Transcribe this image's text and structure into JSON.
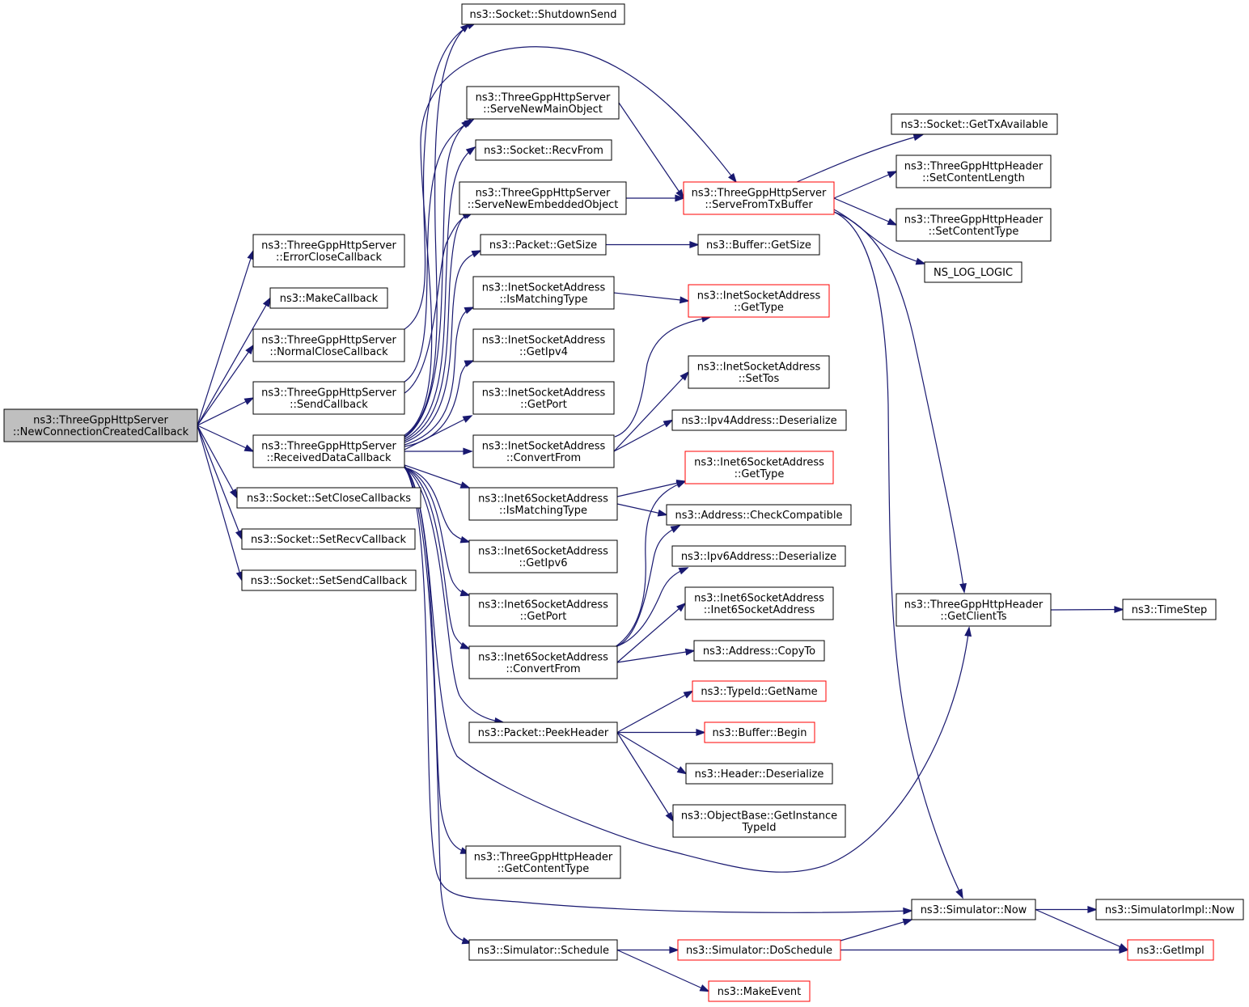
{
  "colors": {
    "edge": "#191970",
    "border_default": "#000000",
    "border_incomplete": "#ff0000",
    "root_fill": "#bfbfbf",
    "node_fill": "#ffffff"
  },
  "nodes": [
    {
      "id": "root",
      "lines": [
        "ns3::ThreeGppHttpServer",
        "::NewConnectionCreatedCallback"
      ],
      "style": "root"
    },
    {
      "id": "errorclose",
      "lines": [
        "ns3::ThreeGppHttpServer",
        "::ErrorCloseCallback"
      ]
    },
    {
      "id": "makecallback",
      "lines": [
        "ns3::MakeCallback"
      ]
    },
    {
      "id": "normalclose",
      "lines": [
        "ns3::ThreeGppHttpServer",
        "::NormalCloseCallback"
      ]
    },
    {
      "id": "sendcb",
      "lines": [
        "ns3::ThreeGppHttpServer",
        "::SendCallback"
      ]
    },
    {
      "id": "recvdata",
      "lines": [
        "ns3::ThreeGppHttpServer",
        "::ReceivedDataCallback"
      ]
    },
    {
      "id": "setclose",
      "lines": [
        "ns3::Socket::SetCloseCallbacks"
      ]
    },
    {
      "id": "setrecv",
      "lines": [
        "ns3::Socket::SetRecvCallback"
      ]
    },
    {
      "id": "setsend",
      "lines": [
        "ns3::Socket::SetSendCallback"
      ]
    },
    {
      "id": "shutdownsend",
      "lines": [
        "ns3::Socket::ShutdownSend"
      ]
    },
    {
      "id": "servemain",
      "lines": [
        "ns3::ThreeGppHttpServer",
        "::ServeNewMainObject"
      ]
    },
    {
      "id": "recvfrom",
      "lines": [
        "ns3::Socket::RecvFrom"
      ]
    },
    {
      "id": "serveembedded",
      "lines": [
        "ns3::ThreeGppHttpServer",
        "::ServeNewEmbeddedObject"
      ]
    },
    {
      "id": "pktgetsize",
      "lines": [
        "ns3::Packet::GetSize"
      ]
    },
    {
      "id": "inetismatch",
      "lines": [
        "ns3::InetSocketAddress",
        "::IsMatchingType"
      ]
    },
    {
      "id": "inetgetipv4",
      "lines": [
        "ns3::InetSocketAddress",
        "::GetIpv4"
      ]
    },
    {
      "id": "inetgetport",
      "lines": [
        "ns3::InetSocketAddress",
        "::GetPort"
      ]
    },
    {
      "id": "inetconvert",
      "lines": [
        "ns3::InetSocketAddress",
        "::ConvertFrom"
      ]
    },
    {
      "id": "inet6ismatch",
      "lines": [
        "ns3::Inet6SocketAddress",
        "::IsMatchingType"
      ]
    },
    {
      "id": "inet6getipv6",
      "lines": [
        "ns3::Inet6SocketAddress",
        "::GetIpv6"
      ]
    },
    {
      "id": "inet6getport",
      "lines": [
        "ns3::Inet6SocketAddress",
        "::GetPort"
      ]
    },
    {
      "id": "inet6convert",
      "lines": [
        "ns3::Inet6SocketAddress",
        "::ConvertFrom"
      ]
    },
    {
      "id": "peekheader",
      "lines": [
        "ns3::Packet::PeekHeader"
      ]
    },
    {
      "id": "getcontenttype",
      "lines": [
        "ns3::ThreeGppHttpHeader",
        "::GetContentType"
      ]
    },
    {
      "id": "schedule",
      "lines": [
        "ns3::Simulator::Schedule"
      ]
    },
    {
      "id": "servefromtx",
      "lines": [
        "ns3::ThreeGppHttpServer",
        "::ServeFromTxBuffer"
      ],
      "style": "incomplete"
    },
    {
      "id": "buffergetsize",
      "lines": [
        "ns3::Buffer::GetSize"
      ]
    },
    {
      "id": "inetgettype",
      "lines": [
        "ns3::InetSocketAddress",
        "::GetType"
      ],
      "style": "incomplete"
    },
    {
      "id": "inetsettos",
      "lines": [
        "ns3::InetSocketAddress",
        "::SetTos"
      ]
    },
    {
      "id": "ipv4deser",
      "lines": [
        "ns3::Ipv4Address::Deserialize"
      ]
    },
    {
      "id": "inet6gettype",
      "lines": [
        "ns3::Inet6SocketAddress",
        "::GetType"
      ],
      "style": "incomplete"
    },
    {
      "id": "checkcompat",
      "lines": [
        "ns3::Address::CheckCompatible"
      ]
    },
    {
      "id": "ipv6deser",
      "lines": [
        "ns3::Ipv6Address::Deserialize"
      ]
    },
    {
      "id": "inet6ctor",
      "lines": [
        "ns3::Inet6SocketAddress",
        "::Inet6SocketAddress"
      ]
    },
    {
      "id": "copyto",
      "lines": [
        "ns3::Address::CopyTo"
      ]
    },
    {
      "id": "typeidgetname",
      "lines": [
        "ns3::TypeId::GetName"
      ],
      "style": "incomplete"
    },
    {
      "id": "bufferbegin",
      "lines": [
        "ns3::Buffer::Begin"
      ],
      "style": "incomplete"
    },
    {
      "id": "headerdeser",
      "lines": [
        "ns3::Header::Deserialize"
      ]
    },
    {
      "id": "getinstancetypeid",
      "lines": [
        "ns3::ObjectBase::GetInstance",
        "TypeId"
      ]
    },
    {
      "id": "doschedule",
      "lines": [
        "ns3::Simulator::DoSchedule"
      ],
      "style": "incomplete"
    },
    {
      "id": "makeevent",
      "lines": [
        "ns3::MakeEvent"
      ],
      "style": "incomplete"
    },
    {
      "id": "gettxavail",
      "lines": [
        "ns3::Socket::GetTxAvailable"
      ]
    },
    {
      "id": "setcontentlength",
      "lines": [
        "ns3::ThreeGppHttpHeader",
        "::SetContentLength"
      ]
    },
    {
      "id": "setcontenttype",
      "lines": [
        "ns3::ThreeGppHttpHeader",
        "::SetContentType"
      ]
    },
    {
      "id": "nsloglogic",
      "lines": [
        "NS_LOG_LOGIC"
      ]
    },
    {
      "id": "getclientts",
      "lines": [
        "ns3::ThreeGppHttpHeader",
        "::GetClientTs"
      ]
    },
    {
      "id": "simnow",
      "lines": [
        "ns3::Simulator::Now"
      ]
    },
    {
      "id": "timestep",
      "lines": [
        "ns3::TimeStep"
      ]
    },
    {
      "id": "simimplnow",
      "lines": [
        "ns3::SimulatorImpl::Now"
      ]
    },
    {
      "id": "getimpl",
      "lines": [
        "ns3::GetImpl"
      ],
      "style": "incomplete"
    }
  ],
  "edges": [
    [
      "root",
      "errorclose"
    ],
    [
      "root",
      "makecallback"
    ],
    [
      "root",
      "normalclose"
    ],
    [
      "root",
      "sendcb"
    ],
    [
      "root",
      "recvdata"
    ],
    [
      "root",
      "setclose"
    ],
    [
      "root",
      "setrecv"
    ],
    [
      "root",
      "setsend"
    ],
    [
      "normalclose",
      "shutdownsend"
    ],
    [
      "sendcb",
      "servemain"
    ],
    [
      "sendcb",
      "serveembedded"
    ],
    [
      "recvdata",
      "servefromtx"
    ],
    [
      "recvdata",
      "shutdownsend"
    ],
    [
      "recvdata",
      "servemain"
    ],
    [
      "recvdata",
      "recvfrom"
    ],
    [
      "recvdata",
      "serveembedded"
    ],
    [
      "recvdata",
      "pktgetsize"
    ],
    [
      "recvdata",
      "inetismatch"
    ],
    [
      "recvdata",
      "inetgetipv4"
    ],
    [
      "recvdata",
      "inetgetport"
    ],
    [
      "recvdata",
      "inetconvert"
    ],
    [
      "recvdata",
      "inet6ismatch"
    ],
    [
      "recvdata",
      "inet6getipv6"
    ],
    [
      "recvdata",
      "inet6getport"
    ],
    [
      "recvdata",
      "inet6convert"
    ],
    [
      "recvdata",
      "peekheader"
    ],
    [
      "recvdata",
      "getcontenttype"
    ],
    [
      "recvdata",
      "schedule"
    ],
    [
      "recvdata",
      "getclientts"
    ],
    [
      "recvdata",
      "simnow"
    ],
    [
      "servemain",
      "servefromtx"
    ],
    [
      "serveembedded",
      "servefromtx"
    ],
    [
      "pktgetsize",
      "buffergetsize"
    ],
    [
      "inetismatch",
      "inetgettype"
    ],
    [
      "inetconvert",
      "inetgettype"
    ],
    [
      "inetconvert",
      "inetsettos"
    ],
    [
      "inetconvert",
      "ipv4deser"
    ],
    [
      "inet6ismatch",
      "inet6gettype"
    ],
    [
      "inet6ismatch",
      "checkcompat"
    ],
    [
      "inet6convert",
      "inet6gettype"
    ],
    [
      "inet6convert",
      "checkcompat"
    ],
    [
      "inet6convert",
      "ipv6deser"
    ],
    [
      "inet6convert",
      "inet6ctor"
    ],
    [
      "inet6convert",
      "copyto"
    ],
    [
      "peekheader",
      "typeidgetname"
    ],
    [
      "peekheader",
      "bufferbegin"
    ],
    [
      "peekheader",
      "headerdeser"
    ],
    [
      "peekheader",
      "getinstancetypeid"
    ],
    [
      "schedule",
      "doschedule"
    ],
    [
      "schedule",
      "makeevent"
    ],
    [
      "servefromtx",
      "gettxavail"
    ],
    [
      "servefromtx",
      "setcontentlength"
    ],
    [
      "servefromtx",
      "setcontenttype"
    ],
    [
      "servefromtx",
      "nsloglogic"
    ],
    [
      "servefromtx",
      "getclientts"
    ],
    [
      "servefromtx",
      "simnow"
    ],
    [
      "getclientts",
      "timestep"
    ],
    [
      "simnow",
      "simimplnow"
    ],
    [
      "simnow",
      "getimpl"
    ],
    [
      "doschedule",
      "simnow"
    ],
    [
      "doschedule",
      "getimpl"
    ]
  ]
}
